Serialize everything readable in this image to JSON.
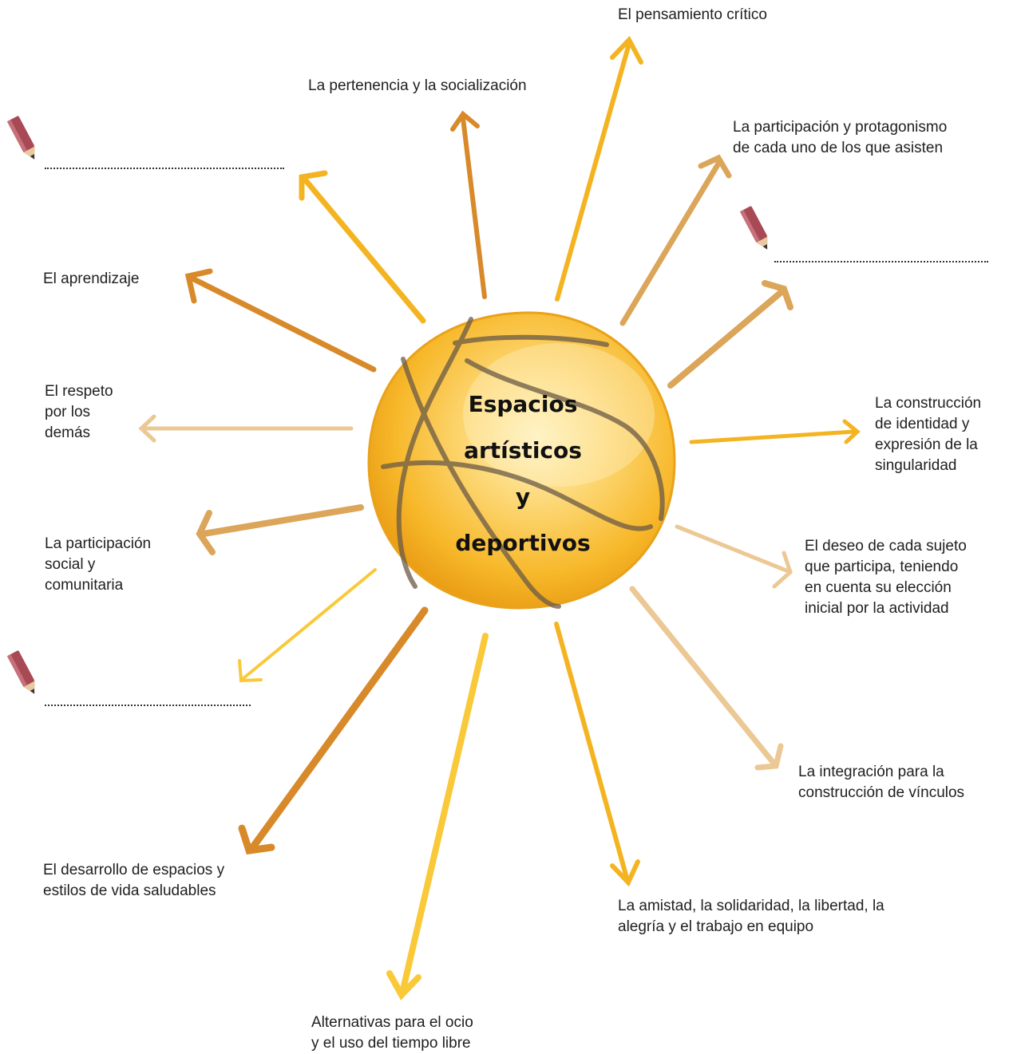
{
  "center": {
    "lines": [
      "Espacios",
      "artísticos",
      "y",
      "deportivos"
    ]
  },
  "labels": {
    "pensamiento": [
      "El pensamiento crítico"
    ],
    "pertenencia": [
      "La pertenencia y la socialización"
    ],
    "participacion_protagonismo": [
      "La participación y protagonismo",
      "de cada uno de los que asisten"
    ],
    "aprendizaje": [
      "El aprendizaje"
    ],
    "respeto": [
      "El respeto",
      "por los",
      "demás"
    ],
    "construccion_identidad": [
      "La construcción",
      "de identidad y",
      "expresión de la",
      "singularidad"
    ],
    "participacion_social": [
      "La participación",
      "social y",
      "comunitaria"
    ],
    "deseo": [
      "El deseo de cada sujeto",
      "que participa, teniendo",
      "en cuenta su elección",
      "inicial por la actividad"
    ],
    "integracion": [
      "La integración para la",
      "construcción de vínculos"
    ],
    "desarrollo": [
      "El desarrollo de espacios y",
      "estilos de vida saludables"
    ],
    "amistad": [
      "La amistad, la solidaridad, la libertad, la",
      "alegría y el trabajo en equipo"
    ],
    "alternativas": [
      "Alternativas para el ocio",
      "y el uso del tiempo libre"
    ]
  },
  "colors": {
    "ball": "#f5b520",
    "ball_light": "#fde69a",
    "ball_seam": "#6b5a45",
    "arrow_gold": "#f4b422",
    "arrow_amber": "#d8892a",
    "arrow_tan": "#dba55a",
    "arrow_pale": "#ebc894",
    "arrow_yellow": "#f9c93a",
    "pencil": "#a84a55"
  }
}
